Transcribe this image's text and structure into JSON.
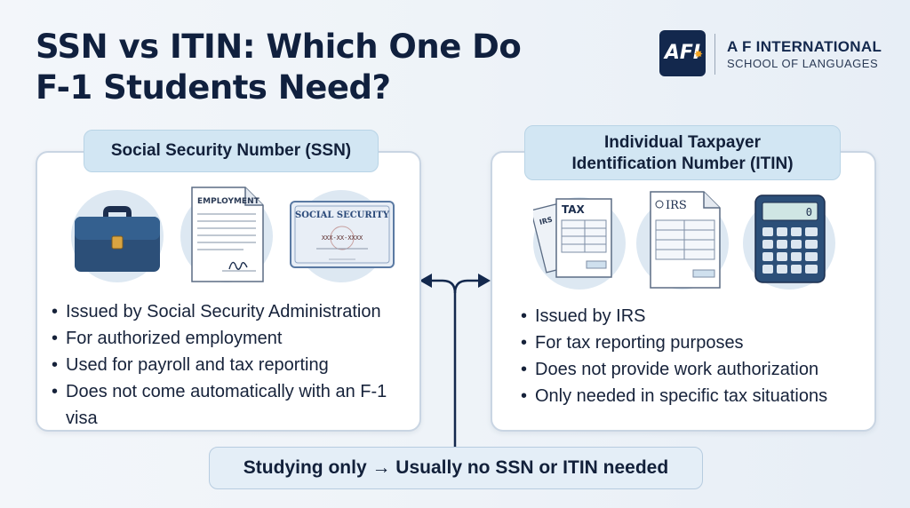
{
  "header": {
    "title_line1": "SSN vs ITIN: Which One Do",
    "title_line2": "F-1 Students Need?"
  },
  "brand": {
    "logo_text": "AFI",
    "name": "A F INTERNATIONAL",
    "subtitle": "SCHOOL OF LANGUAGES"
  },
  "ssn": {
    "heading": "Social Security Number (SSN)",
    "icons": [
      "briefcase-icon",
      "employment-document-icon",
      "social-security-card-icon"
    ],
    "doc_label": "EMPLOYMENT",
    "card_label": "SOCIAL SECURITY",
    "card_number": "XXX-XX-XXXX",
    "bullets": [
      "Issued by Social Security Administration",
      "For authorized employment",
      "Used for payroll and tax reporting",
      "Does not come automatically with an F-1 visa"
    ]
  },
  "itin": {
    "heading_line1": "Individual Taxpayer",
    "heading_line2": "Identification Number (ITIN)",
    "icons": [
      "tax-forms-icon",
      "irs-form-icon",
      "calculator-icon"
    ],
    "tax_label": "TAX",
    "irs_label": "IRS",
    "calc_display": "0",
    "bullets": [
      "Issued by IRS",
      "For tax reporting purposes",
      "Does not provide work authorization",
      "Only needed in specific tax situations"
    ]
  },
  "footer": {
    "text": "Studying only → Usually no SSN or ITIN needed"
  },
  "colors": {
    "navy": "#13284d",
    "pill": "#d2e6f3",
    "icon_circle": "#dde8f2",
    "accent": "#f5a623"
  }
}
